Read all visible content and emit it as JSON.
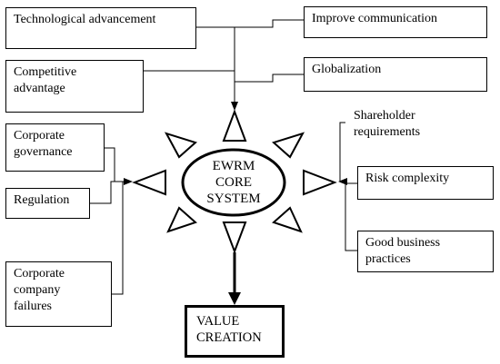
{
  "diagram": {
    "drivers_top_left": {
      "tech": "Technological advancement",
      "competitive": "Competitive\nadvantage"
    },
    "drivers_top_right": {
      "communication": "Improve communication",
      "globalization": "Globalization"
    },
    "drivers_left": {
      "governance": "Corporate\ngovernance",
      "regulation": "Regulation",
      "failures": "Corporate\ncompany\nfailures"
    },
    "drivers_right": {
      "shareholder": "Shareholder\nrequirements",
      "risk": "Risk complexity",
      "business": "Good business\npractices"
    },
    "core": "EWRM\nCORE\nSYSTEM",
    "output": "VALUE\nCREATION"
  }
}
